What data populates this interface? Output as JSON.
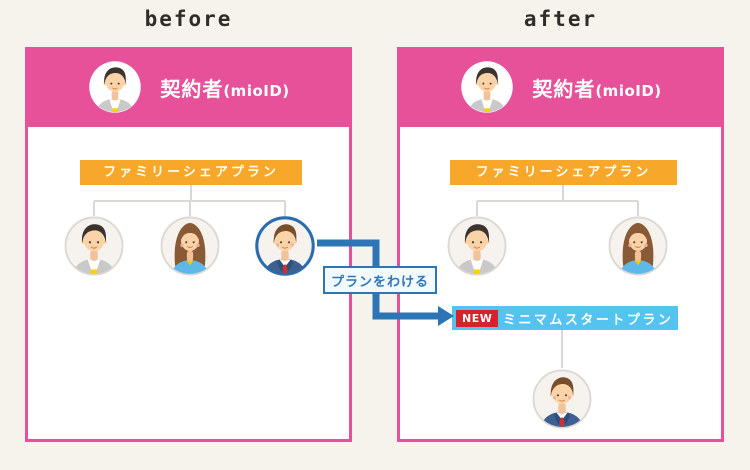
{
  "panels": {
    "before": {
      "title": "before",
      "contract_holder": "契約者",
      "contract_holder_suffix": "(mioID)",
      "plan_label": "ファミリーシェアプラン",
      "members": [
        "man-avatar",
        "woman-avatar",
        "man-in-suit-avatar-highlighted"
      ]
    },
    "after": {
      "title": "after",
      "contract_holder": "契約者",
      "contract_holder_suffix": "(mioID)",
      "plan_label": "ファミリーシェアプラン",
      "members": [
        "man-avatar",
        "woman-avatar"
      ],
      "new_plan": {
        "badge": "NEW",
        "label": "ミニマムスタートプラン",
        "members": [
          "man-in-suit-avatar"
        ]
      }
    }
  },
  "arrow": {
    "label": "プランをわける"
  },
  "colors": {
    "background": "#F6F2EC",
    "panel_border": "#E6519A",
    "header_bg": "#E6519A",
    "family_plan_banner": "#F7A82B",
    "minimum_plan_banner": "#55C3F0",
    "new_badge": "#D5232B",
    "arrow": "#2E75B6",
    "highlight_ring": "#2B6CB0",
    "tree_line": "#D8D8D5"
  }
}
